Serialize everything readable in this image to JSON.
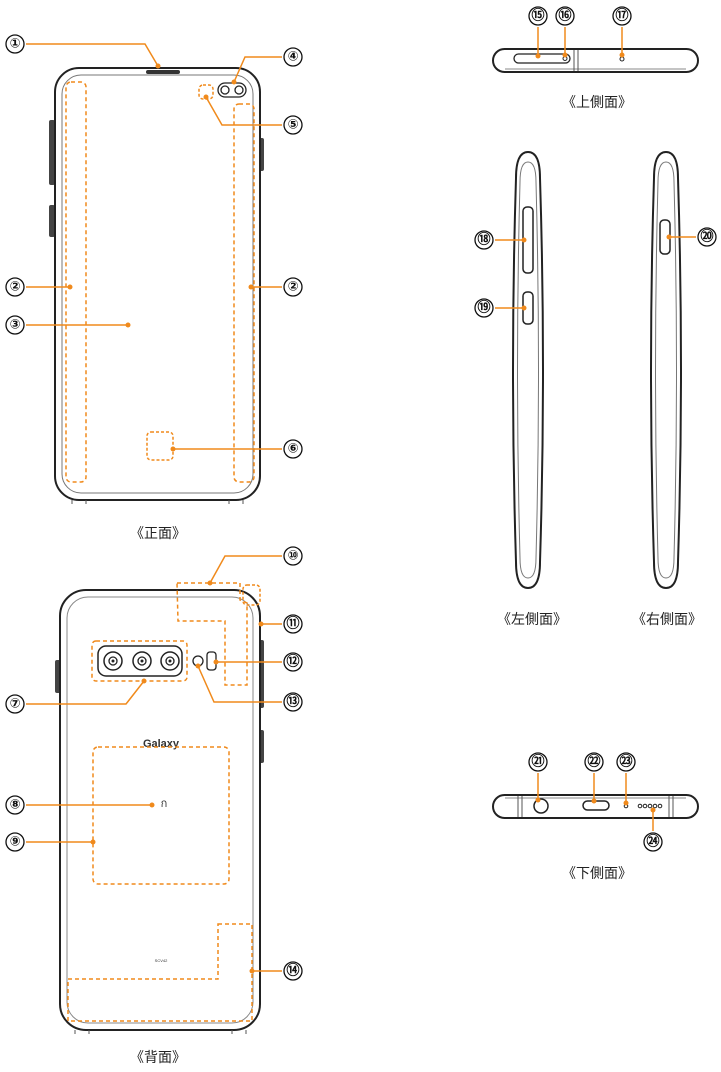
{
  "captions": {
    "front": "《正面》",
    "back": "《背面》",
    "top": "《上側面》",
    "left": "《左側面》",
    "right": "《右側面》",
    "bottom": "《下側面》"
  },
  "callouts": {
    "c1": "①",
    "c2a": "②",
    "c2b": "②",
    "c3": "③",
    "c4": "④",
    "c5": "⑤",
    "c6": "⑥",
    "c7": "⑦",
    "c8": "⑧",
    "c9": "⑨",
    "c10": "⑩",
    "c11": "⑪",
    "c12": "⑫",
    "c13": "⑬",
    "c14": "⑭",
    "c15": "⑮",
    "c16": "⑯",
    "c17": "⑰",
    "c18": "⑱",
    "c19": "⑲",
    "c20": "⑳",
    "c21": "㉑",
    "c22": "㉒",
    "c23": "㉓",
    "c24": "㉔"
  },
  "back_print": {
    "logo": "Galaxy",
    "model": "SCV42"
  },
  "colors": {
    "accent": "#f08a1c",
    "outline": "#222222"
  }
}
